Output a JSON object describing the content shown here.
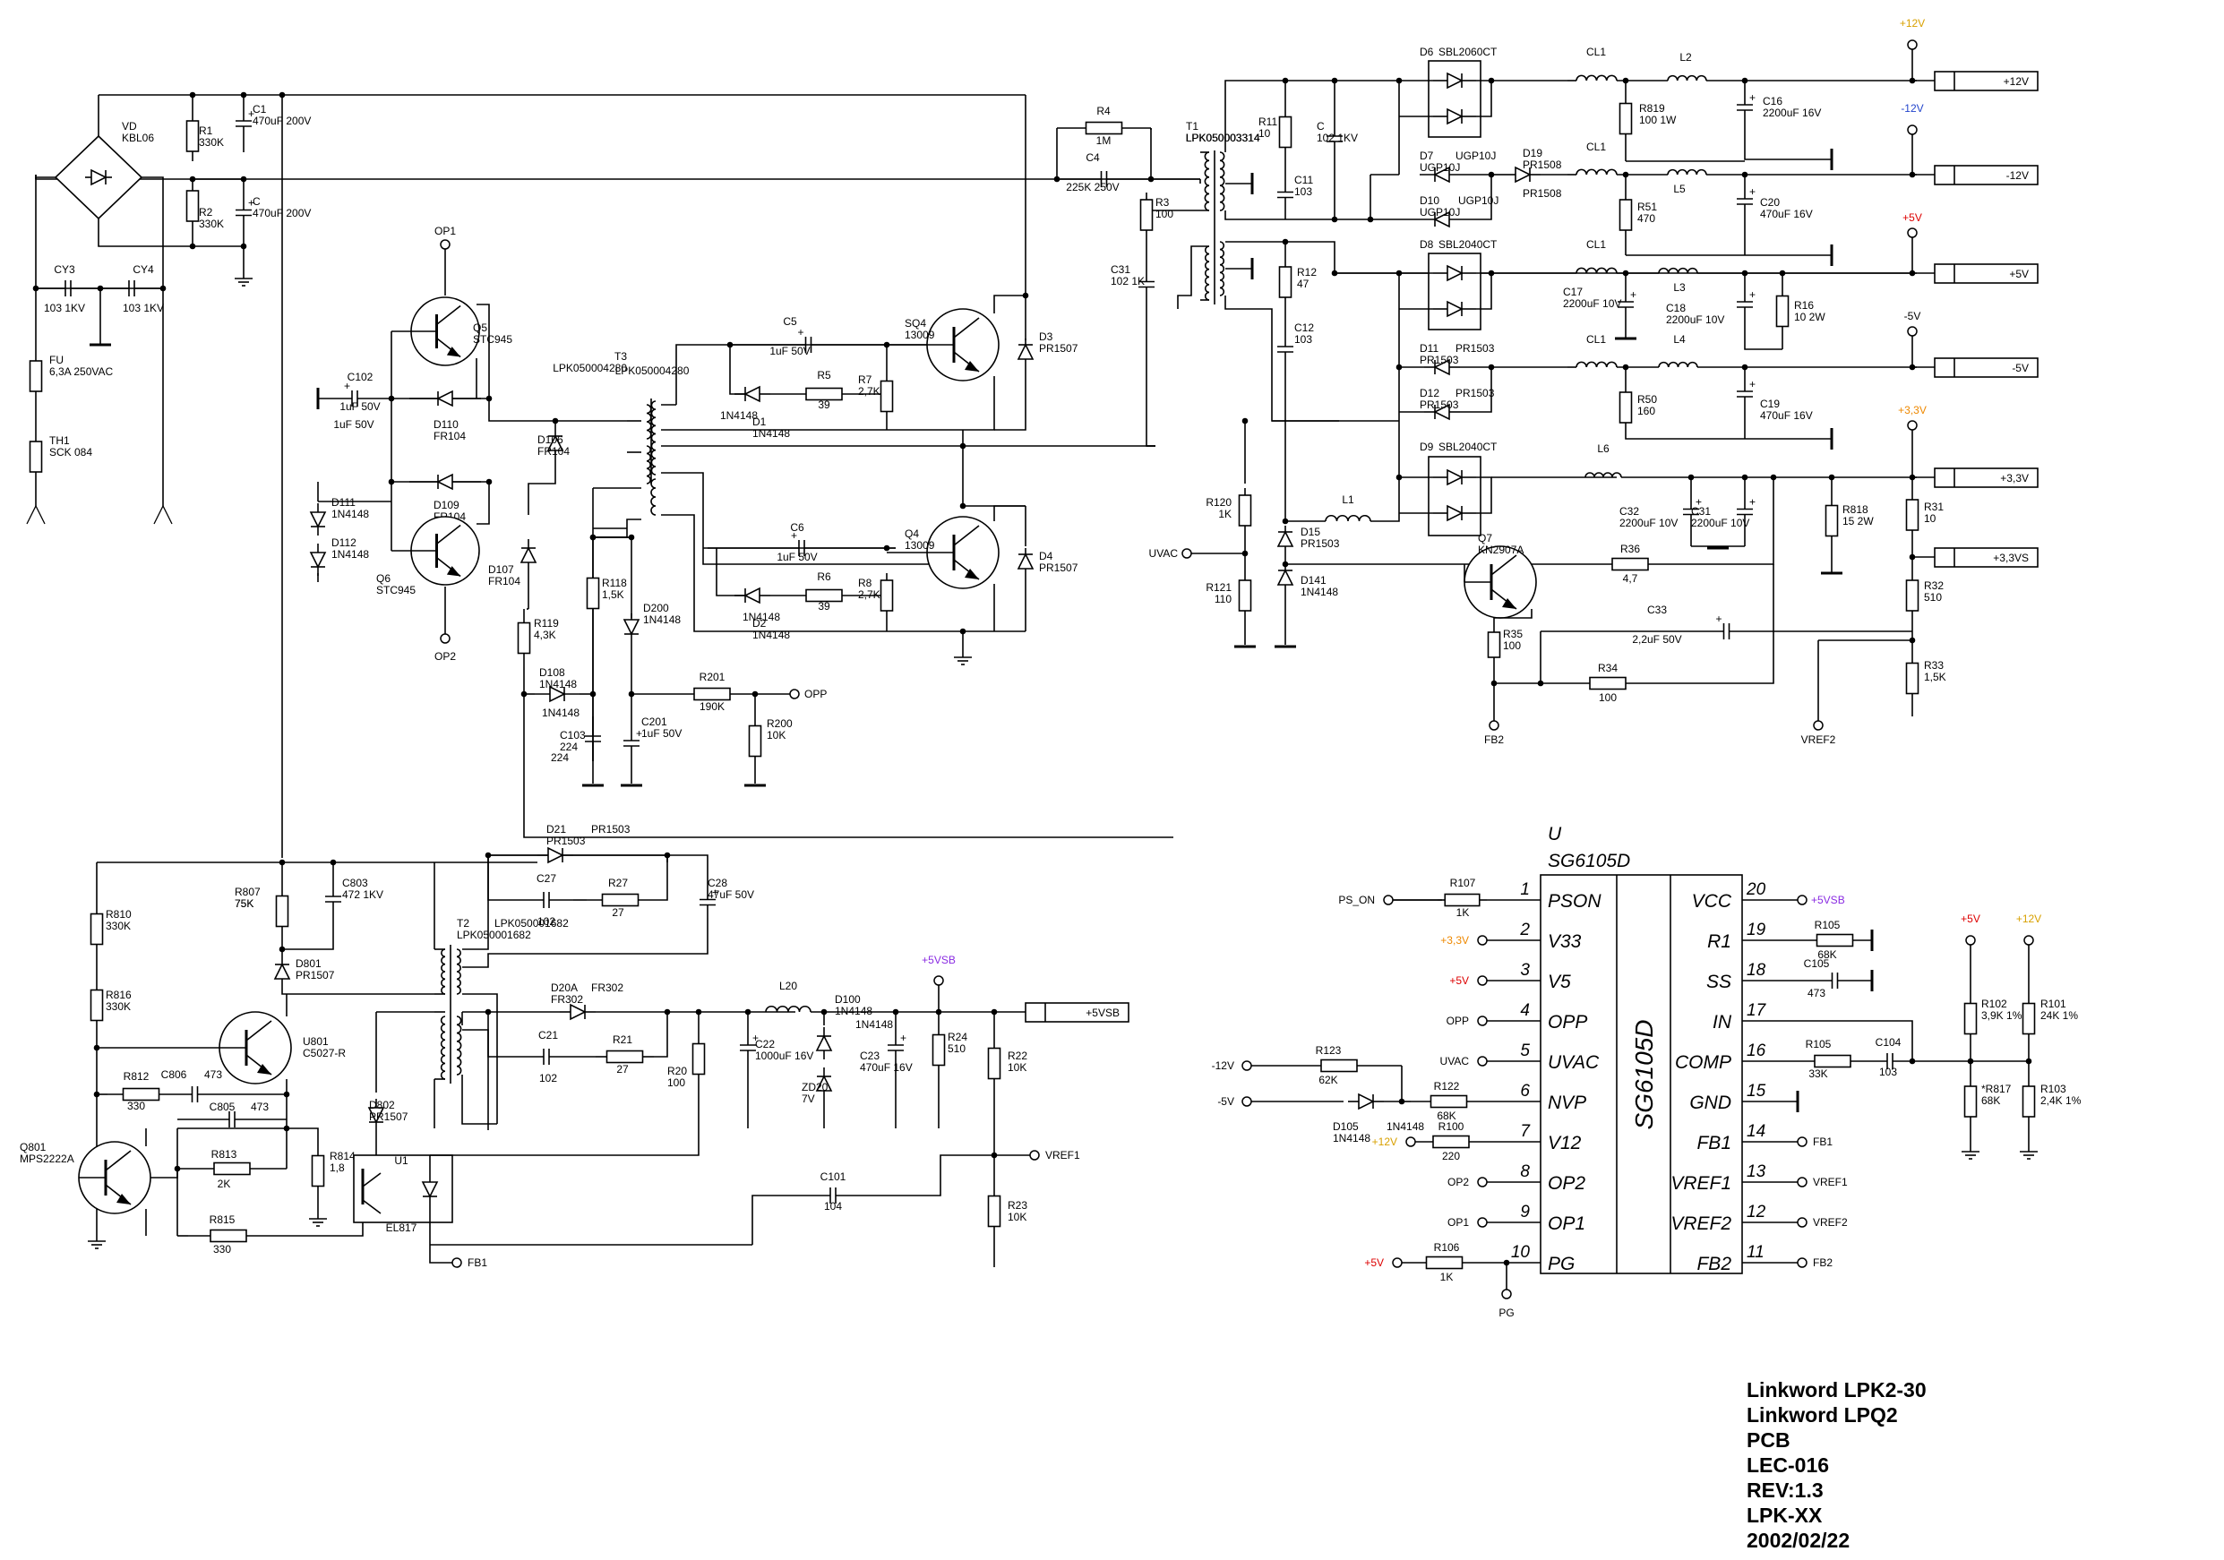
{
  "colors": {
    "plus12": "#d8a000",
    "minus12": "#2244cc",
    "plus5": "#dd0000",
    "plus33": "#ee8800",
    "plus5vsb": "#8a2be2",
    "wire": "#000000"
  },
  "title_block": [
    "Linkword LPK2-30",
    "Linkword LPQ2",
    "PCB",
    "LEC-016",
    "REV:1.3",
    "LPK-XX",
    "2002/02/22"
  ],
  "ic": {
    "ref": "U",
    "name": "SG6105D",
    "left_pins": [
      {
        "no": "1",
        "name": "PSON"
      },
      {
        "no": "2",
        "name": "V33"
      },
      {
        "no": "3",
        "name": "V5"
      },
      {
        "no": "4",
        "name": "OPP"
      },
      {
        "no": "5",
        "name": "UVAC"
      },
      {
        "no": "6",
        "name": "NVP"
      },
      {
        "no": "7",
        "name": "V12"
      },
      {
        "no": "8",
        "name": "OP2"
      },
      {
        "no": "9",
        "name": "OP1"
      },
      {
        "no": "10",
        "name": "PG"
      }
    ],
    "right_pins": [
      {
        "no": "20",
        "name": "VCC"
      },
      {
        "no": "19",
        "name": "R1"
      },
      {
        "no": "18",
        "name": "SS"
      },
      {
        "no": "17",
        "name": "IN"
      },
      {
        "no": "16",
        "name": "COMP"
      },
      {
        "no": "15",
        "name": "GND"
      },
      {
        "no": "14",
        "name": "FB1"
      },
      {
        "no": "13",
        "name": "VREF1"
      },
      {
        "no": "12",
        "name": "VREF2"
      },
      {
        "no": "11",
        "name": "FB2"
      }
    ],
    "left_nets": [
      "PS_ON",
      "+3,3V",
      "+5V",
      "OPP",
      "UVAC",
      "-5V",
      "+12V",
      "OP2",
      "OP1",
      "+5V"
    ],
    "left_extra": [
      "-12V"
    ],
    "right_nets": [
      "+5VSB",
      "",
      "",
      "",
      "",
      "",
      "FB1",
      "VREF1",
      "VREF2",
      "FB2"
    ]
  },
  "outputs": [
    "+12V",
    "-12V",
    "+5V",
    "-5V",
    "+3,3V",
    "+3,3VS",
    "+5VSB"
  ],
  "rail_labels": [
    "+12V",
    "-12V",
    "+5V",
    "-5V",
    "+3,3V",
    "+5V",
    "+12V",
    "+5VSB"
  ],
  "nets": [
    "OP1",
    "OP2",
    "OPP",
    "UVAC",
    "FB2",
    "VREF2",
    "VREF1",
    "FB1",
    "PG",
    "+5V",
    "+3,3V",
    "+12V"
  ],
  "components": [
    {
      "ref": "VD",
      "value": "KBL06"
    },
    {
      "ref": "R1",
      "value": "330K"
    },
    {
      "ref": "C1",
      "value": "470uF 200V"
    },
    {
      "ref": "R2",
      "value": "330K"
    },
    {
      "ref": "C",
      "value": "470uF 200V"
    },
    {
      "ref": "CY3",
      "value": "103 1KV"
    },
    {
      "ref": "CY4",
      "value": "103 1KV"
    },
    {
      "ref": "FU",
      "value": "6,3A 250VAC"
    },
    {
      "ref": "TH1",
      "value": "SCK 084"
    },
    {
      "ref": "Q5",
      "value": "STC945"
    },
    {
      "ref": "Q6",
      "value": "STC945"
    },
    {
      "ref": "C102",
      "value": "1uF 50V"
    },
    {
      "ref": "D110",
      "value": "FR104"
    },
    {
      "ref": "D109",
      "value": "FR104"
    },
    {
      "ref": "D106",
      "value": "FR104"
    },
    {
      "ref": "D107",
      "value": "FR104"
    },
    {
      "ref": "D111",
      "value": "1N4148"
    },
    {
      "ref": "D112",
      "value": "1N4148"
    },
    {
      "ref": "T3",
      "value": "LPK050004280"
    },
    {
      "ref": "C5",
      "value": "1uF 50V"
    },
    {
      "ref": "D1",
      "value": "1N4148"
    },
    {
      "ref": "R5",
      "value": "39"
    },
    {
      "ref": "R7",
      "value": "2,7K"
    },
    {
      "ref": "SQ4",
      "value": "13009"
    },
    {
      "ref": "D3",
      "value": "PR1507"
    },
    {
      "ref": "C6",
      "value": "1uF 50V"
    },
    {
      "ref": "D2",
      "value": "1N4148"
    },
    {
      "ref": "R6",
      "value": "39"
    },
    {
      "ref": "R8",
      "value": "2,7K"
    },
    {
      "ref": "Q4",
      "value": "13009"
    },
    {
      "ref": "D4",
      "value": "PR1507"
    },
    {
      "ref": "R118",
      "value": "1,5K"
    },
    {
      "ref": "R119",
      "value": "4,3K"
    },
    {
      "ref": "D200",
      "value": "1N4148"
    },
    {
      "ref": "D108",
      "value": "1N4148"
    },
    {
      "ref": "R201",
      "value": "190K"
    },
    {
      "ref": "R200",
      "value": "10K"
    },
    {
      "ref": "C103",
      "value": "224"
    },
    {
      "ref": "C201",
      "value": "1uF 50V"
    },
    {
      "ref": "R4",
      "value": "1M"
    },
    {
      "ref": "C4",
      "value": "225K 250V"
    },
    {
      "ref": "T1",
      "value": "LPK050003314"
    },
    {
      "ref": "R3",
      "value": "100"
    },
    {
      "ref": "C31",
      "value": "102 1K"
    },
    {
      "ref": "R11",
      "value": "10"
    },
    {
      "ref": "C",
      "value": "102 1KV"
    },
    {
      "ref": "C11",
      "value": "103"
    },
    {
      "ref": "R12",
      "value": "47"
    },
    {
      "ref": "C12",
      "value": "103"
    },
    {
      "ref": "D6",
      "value": "SBL2060CT"
    },
    {
      "ref": "D7",
      "value": "UGP10J"
    },
    {
      "ref": "D10",
      "value": "UGP10J"
    },
    {
      "ref": "D19",
      "value": "PR1508"
    },
    {
      "ref": "D8",
      "value": "SBL2040CT"
    },
    {
      "ref": "D11",
      "value": "PR1503"
    },
    {
      "ref": "D12",
      "value": "PR1503"
    },
    {
      "ref": "D9",
      "value": "SBL2040CT"
    },
    {
      "ref": "CL1",
      "value": ""
    },
    {
      "ref": "L2",
      "value": ""
    },
    {
      "ref": "L5",
      "value": ""
    },
    {
      "ref": "L3",
      "value": ""
    },
    {
      "ref": "L4",
      "value": ""
    },
    {
      "ref": "L6",
      "value": ""
    },
    {
      "ref": "R819",
      "value": "100 1W"
    },
    {
      "ref": "C16",
      "value": "2200uF 16V"
    },
    {
      "ref": "R51",
      "value": "470"
    },
    {
      "ref": "C20",
      "value": "470uF 16V"
    },
    {
      "ref": "C17",
      "value": "2200uF 10V"
    },
    {
      "ref": "C18",
      "value": "2200uF 10V"
    },
    {
      "ref": "R16",
      "value": "10 2W"
    },
    {
      "ref": "R50",
      "value": "160"
    },
    {
      "ref": "C19",
      "value": "470uF 16V"
    },
    {
      "ref": "C32",
      "value": "2200uF 10V"
    },
    {
      "ref": "C31",
      "value": "2200uF 10V"
    },
    {
      "ref": "R818",
      "value": "15 2W"
    },
    {
      "ref": "R31",
      "value": "10"
    },
    {
      "ref": "R32",
      "value": "510"
    },
    {
      "ref": "R33",
      "value": "1,5K"
    },
    {
      "ref": "R120",
      "value": "1K"
    },
    {
      "ref": "R121",
      "value": "110"
    },
    {
      "ref": "L1",
      "value": ""
    },
    {
      "ref": "D15",
      "value": "PR1503"
    },
    {
      "ref": "D141",
      "value": "1N4148"
    },
    {
      "ref": "Q7",
      "value": "KN2907A"
    },
    {
      "ref": "R36",
      "value": "4,7"
    },
    {
      "ref": "C33",
      "value": "2,2uF 50V"
    },
    {
      "ref": "R35",
      "value": "100"
    },
    {
      "ref": "R34",
      "value": "100"
    },
    {
      "ref": "R807",
      "value": "75K"
    },
    {
      "ref": "C803",
      "value": "472 1KV"
    },
    {
      "ref": "R810",
      "value": "330K"
    },
    {
      "ref": "R816",
      "value": "330K"
    },
    {
      "ref": "D801",
      "value": "PR1507"
    },
    {
      "ref": "U801",
      "value": "C5027-R"
    },
    {
      "ref": "R812",
      "value": "330"
    },
    {
      "ref": "C806",
      "value": "473"
    },
    {
      "ref": "C805",
      "value": "473"
    },
    {
      "ref": "R813",
      "value": "2K"
    },
    {
      "ref": "R814",
      "value": "1,8"
    },
    {
      "ref": "R815",
      "value": "330"
    },
    {
      "ref": "Q801",
      "value": "MPS2222A"
    },
    {
      "ref": "D802",
      "value": "PR1507"
    },
    {
      "ref": "U1",
      "value": "EL817"
    },
    {
      "ref": "T2",
      "value": "LPK050001682"
    },
    {
      "ref": "D21",
      "value": "PR1503"
    },
    {
      "ref": "C27",
      "value": "102"
    },
    {
      "ref": "R27",
      "value": "27"
    },
    {
      "ref": "C28",
      "value": "47uF 50V"
    },
    {
      "ref": "D20A",
      "value": "FR302"
    },
    {
      "ref": "C21",
      "value": "102"
    },
    {
      "ref": "R21",
      "value": "27"
    },
    {
      "ref": "L20",
      "value": ""
    },
    {
      "ref": "D100",
      "value": "1N4148"
    },
    {
      "ref": "R20",
      "value": "100"
    },
    {
      "ref": "C22",
      "value": "1000uF 16V"
    },
    {
      "ref": "ZD20",
      "value": "7V"
    },
    {
      "ref": "C23",
      "value": "470uF 16V"
    },
    {
      "ref": "R24",
      "value": "510"
    },
    {
      "ref": "R22",
      "value": "10K"
    },
    {
      "ref": "R23",
      "value": "10K"
    },
    {
      "ref": "C101",
      "value": "104"
    },
    {
      "ref": "R107",
      "value": "1K"
    },
    {
      "ref": "R123",
      "value": "62K"
    },
    {
      "ref": "R122",
      "value": "68K"
    },
    {
      "ref": "D105",
      "value": "1N4148"
    },
    {
      "ref": "R100",
      "value": "220"
    },
    {
      "ref": "R106",
      "value": "1K"
    },
    {
      "ref": "R105",
      "value": "68K"
    },
    {
      "ref": "C105",
      "value": "473"
    },
    {
      "ref": "R105",
      "value": "33K"
    },
    {
      "ref": "C104",
      "value": "103"
    },
    {
      "ref": "R102",
      "value": "3,9K 1%"
    },
    {
      "ref": "R101",
      "value": "24K 1%"
    },
    {
      "ref": "*R817",
      "value": "68K"
    },
    {
      "ref": "R103",
      "value": "2,4K 1%"
    }
  ]
}
